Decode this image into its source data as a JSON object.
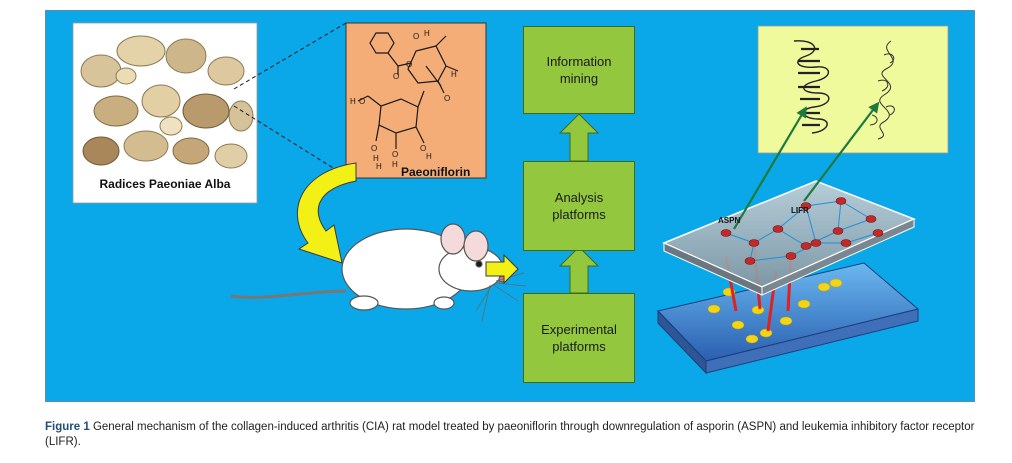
{
  "herb": {
    "label": "Radices Paeoniae Alba"
  },
  "compound": {
    "label": "Paeoniflorin"
  },
  "platforms": {
    "info": "Information mining",
    "analysis": "Analysis platforms",
    "experimental": "Experimental platforms"
  },
  "network": {
    "aspn_label": "ASPN",
    "lifr_label": "LIFR"
  },
  "caption": {
    "prefix": "Figure 1",
    "text": "General mechanism of the collagen-induced arthritis (CIA) rat model treated by paeoniflorin through downregulation of asporin (ASPN) and leukemia inhibitory factor receptor (LIFR)."
  },
  "colors": {
    "panel_bg": "#0aa8e8",
    "flow_box": "#93c83e",
    "compound_bg": "#f5ad78",
    "protein_bg": "#eefa9c",
    "arrow_yellow": "#f3f016",
    "node_red": "#c22a2a",
    "dot_yellow": "#f5d416",
    "link_green": "#1e7a3c"
  }
}
